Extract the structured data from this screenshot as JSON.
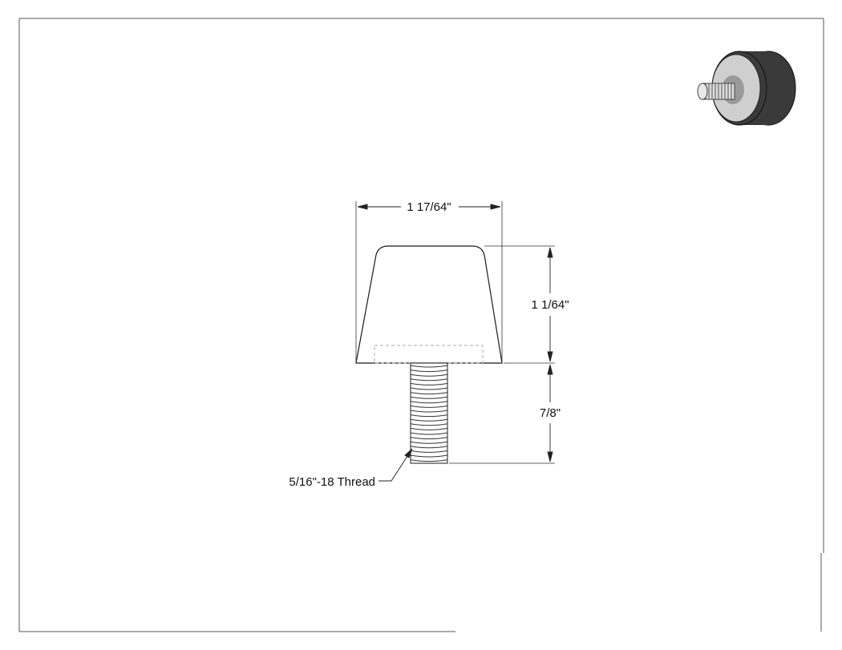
{
  "drawing": {
    "dimensions": {
      "width": "1 17/64\"",
      "body_height": "1 1/64\"",
      "stud_length": "7/8\""
    },
    "callout": {
      "thread": "5/16\"-18 Thread"
    },
    "colors": {
      "line": "#1a1a1a",
      "frame": "#555555",
      "hidden_line": "#aaaaaa",
      "rubber_dark": "#3a3a3a",
      "rubber_face": "#cfcfcf",
      "thread_metal": "#d8d8d8"
    }
  }
}
